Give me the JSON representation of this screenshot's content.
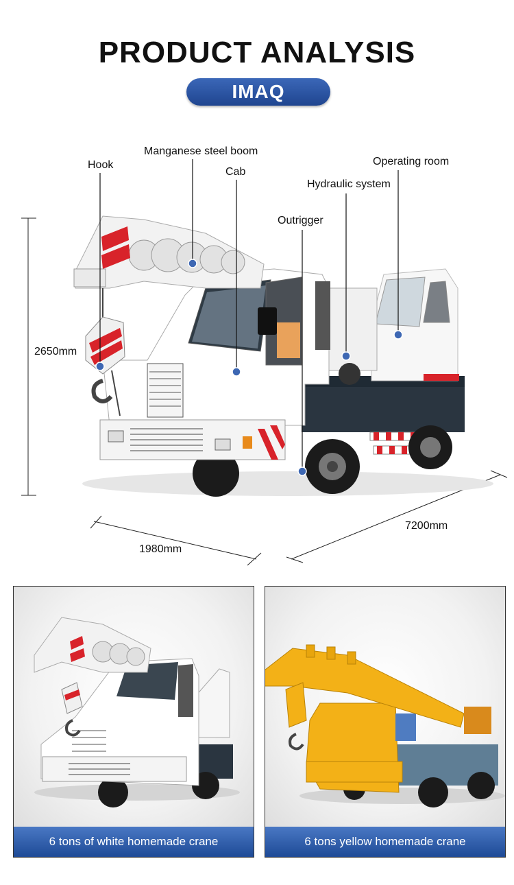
{
  "header": {
    "title": "PRODUCT ANALYSIS",
    "brand": "IMAQ"
  },
  "callouts": {
    "hook": "Hook",
    "boom": "Manganese steel boom",
    "cab": "Cab",
    "operating_room": "Operating room",
    "hydraulic": "Hydraulic system",
    "outrigger": "Outrigger"
  },
  "dimensions": {
    "height": "2650mm",
    "width": "1980mm",
    "length": "7200mm"
  },
  "products": [
    {
      "caption": "6 tons of white homemade crane",
      "color": "#ffffff"
    },
    {
      "caption": "6 tons yellow homemade crane",
      "color": "#f3b117"
    }
  ],
  "colors": {
    "accent": "#2a55a6",
    "marker": "#3d67b3",
    "stripe_red": "#d8232a"
  }
}
